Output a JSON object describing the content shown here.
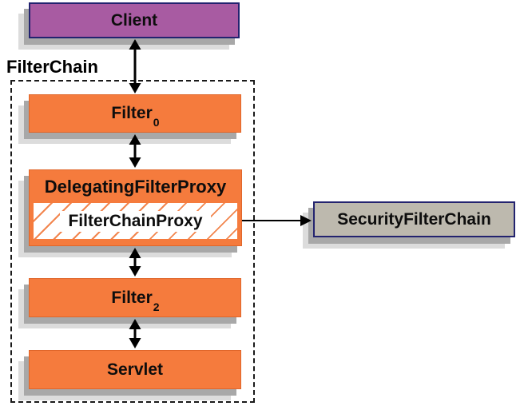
{
  "diagram": {
    "boundary_label": "FilterChain",
    "nodes": {
      "client": {
        "label": "Client"
      },
      "filter0": {
        "label": "Filter",
        "subscript": "0"
      },
      "delegating_filter_proxy": {
        "label": "DelegatingFilterProxy"
      },
      "filter_chain_proxy": {
        "label": "FilterChainProxy"
      },
      "filter2": {
        "label": "Filter",
        "subscript": "2"
      },
      "servlet": {
        "label": "Servlet"
      },
      "security_filter_chain": {
        "label": "SecurityFilterChain"
      }
    },
    "edges": [
      {
        "from": "client",
        "to": "filter0",
        "type": "bidirectional"
      },
      {
        "from": "filter0",
        "to": "delegating_filter_proxy",
        "type": "bidirectional"
      },
      {
        "from": "delegating_filter_proxy",
        "to": "filter2",
        "type": "bidirectional"
      },
      {
        "from": "filter2",
        "to": "servlet",
        "type": "bidirectional"
      },
      {
        "from": "filter_chain_proxy",
        "to": "security_filter_chain",
        "type": "directed"
      }
    ],
    "colors": {
      "orange_box": "#f57b3d",
      "orange_hatch_line": "#f2854e",
      "purple_box": "#a85ba2",
      "gray_box": "#bdb9ae",
      "navy_border": "#23236f",
      "shadow_dark": "#a8a8a8",
      "shadow_light": "#dcdcdc",
      "dashed_border": "#1a1a1a",
      "arrow": "#000000",
      "text": "#0d0d0d"
    }
  }
}
